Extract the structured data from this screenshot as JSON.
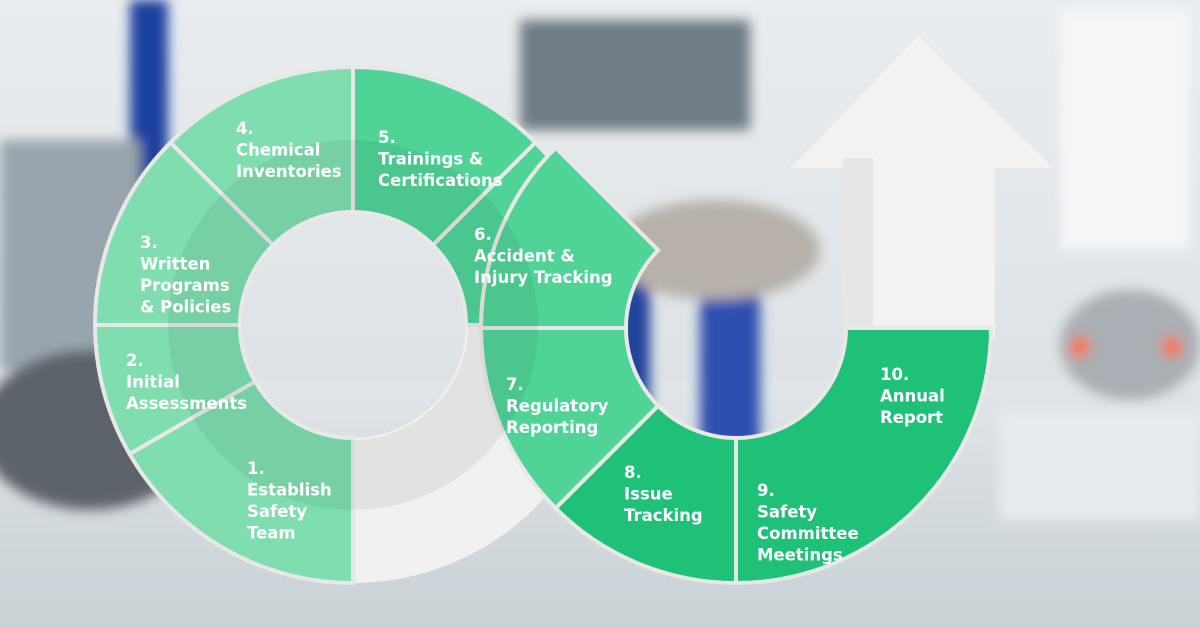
{
  "diagram": {
    "steps": [
      {
        "num": "1.",
        "lines": [
          "Establish",
          "Safety",
          "Team"
        ]
      },
      {
        "num": "2.",
        "lines": [
          "Initial",
          "Assessments"
        ]
      },
      {
        "num": "3.",
        "lines": [
          "Written",
          "Programs",
          "& Policies"
        ]
      },
      {
        "num": "4.",
        "lines": [
          "Chemical",
          "Inventories"
        ]
      },
      {
        "num": "5.",
        "lines": [
          "Trainings &",
          "Certifications"
        ]
      },
      {
        "num": "6.",
        "lines": [
          "Accident &",
          "Injury Tracking"
        ]
      },
      {
        "num": "7.",
        "lines": [
          "Regulatory",
          "Reporting"
        ]
      },
      {
        "num": "8.",
        "lines": [
          "Issue",
          "Tracking"
        ]
      },
      {
        "num": "9.",
        "lines": [
          "Safety",
          "Committee",
          "Meetings"
        ]
      },
      {
        "num": "10.",
        "lines": [
          "Annual",
          "Report"
        ]
      }
    ],
    "colors": {
      "light_green": "#7fddb0",
      "mid_green": "#4fd397",
      "dark_green": "#1fc077",
      "arrow_white": "#f2f2f2",
      "divider": "#e8e8e8"
    },
    "arrow_icon": "up-arrow-icon"
  }
}
